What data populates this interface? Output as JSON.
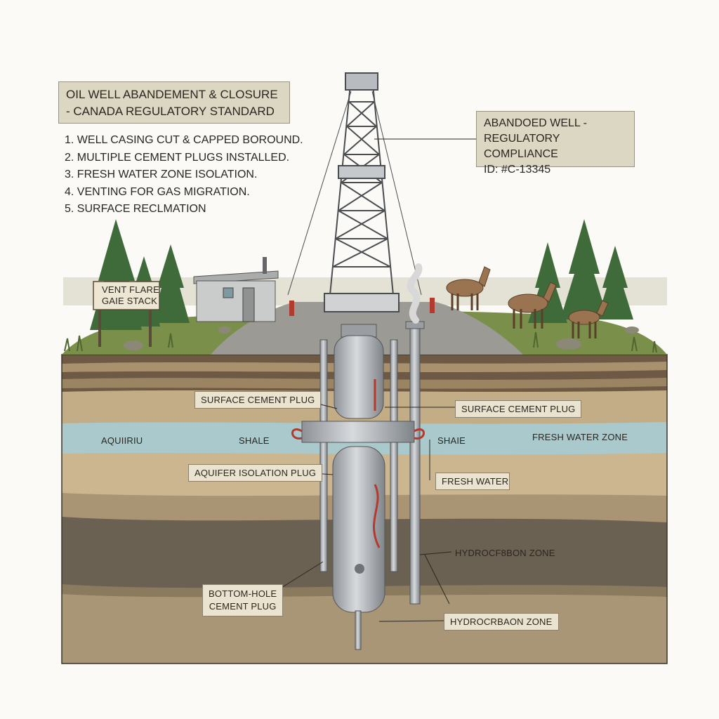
{
  "title": {
    "line1": "OIL WELL ABANDEMENT & CLOSURE",
    "line2": "- CANADA REGULATORY STANDARD"
  },
  "steps": [
    "1. WELL CASING CUT & CAPPED BOROUND.",
    "2. MULTIPLE CEMENT PLUGS INSTALLED.",
    "3. FRESH WATER ZONE ISOLATION.",
    "4. VENTING FOR GAS MIGRATION.",
    "5. SURFACE RECLMATION"
  ],
  "compliance": {
    "line1": "ABANDOED WELL -",
    "line2": "REGULATORY COMPLIANCE",
    "line3": "ID: #C-13345"
  },
  "sign": {
    "line1": "VENT FLARE",
    "line2": "GAIE STACK"
  },
  "labels": {
    "surface_plug_left": "SURFACE CEMENT PLUG",
    "surface_plug_right": "SURFACE CEMENT PLUG",
    "aquifer": "AQUIIRIU",
    "shale_left": "SHALE",
    "shale_right": "SHAIE",
    "fresh_water_zone": "FRESH WATER ZONE",
    "aquifer_isolation_plug": "AQUIFER ISOLATION PLUG",
    "fresh_water": "FRESH WATER",
    "hydrocarbon_zone_1": "HYDROCF8BON ZONE",
    "bottom_hole_line1": "BOTTOM-HOLE",
    "bottom_hole_line2": "CEMENT PLUG",
    "hydrocarbon_zone_2": "HYDROCRBAON ZONE"
  },
  "colors": {
    "soil_top": "#6e5a44",
    "soil_mid": "#cbb690",
    "aquifer": "#a9c9cc",
    "shale_dark": "#6a6152",
    "grass": "#7a8f4a",
    "steel": "#b8bcc0",
    "accent_red": "#b23a2e"
  }
}
